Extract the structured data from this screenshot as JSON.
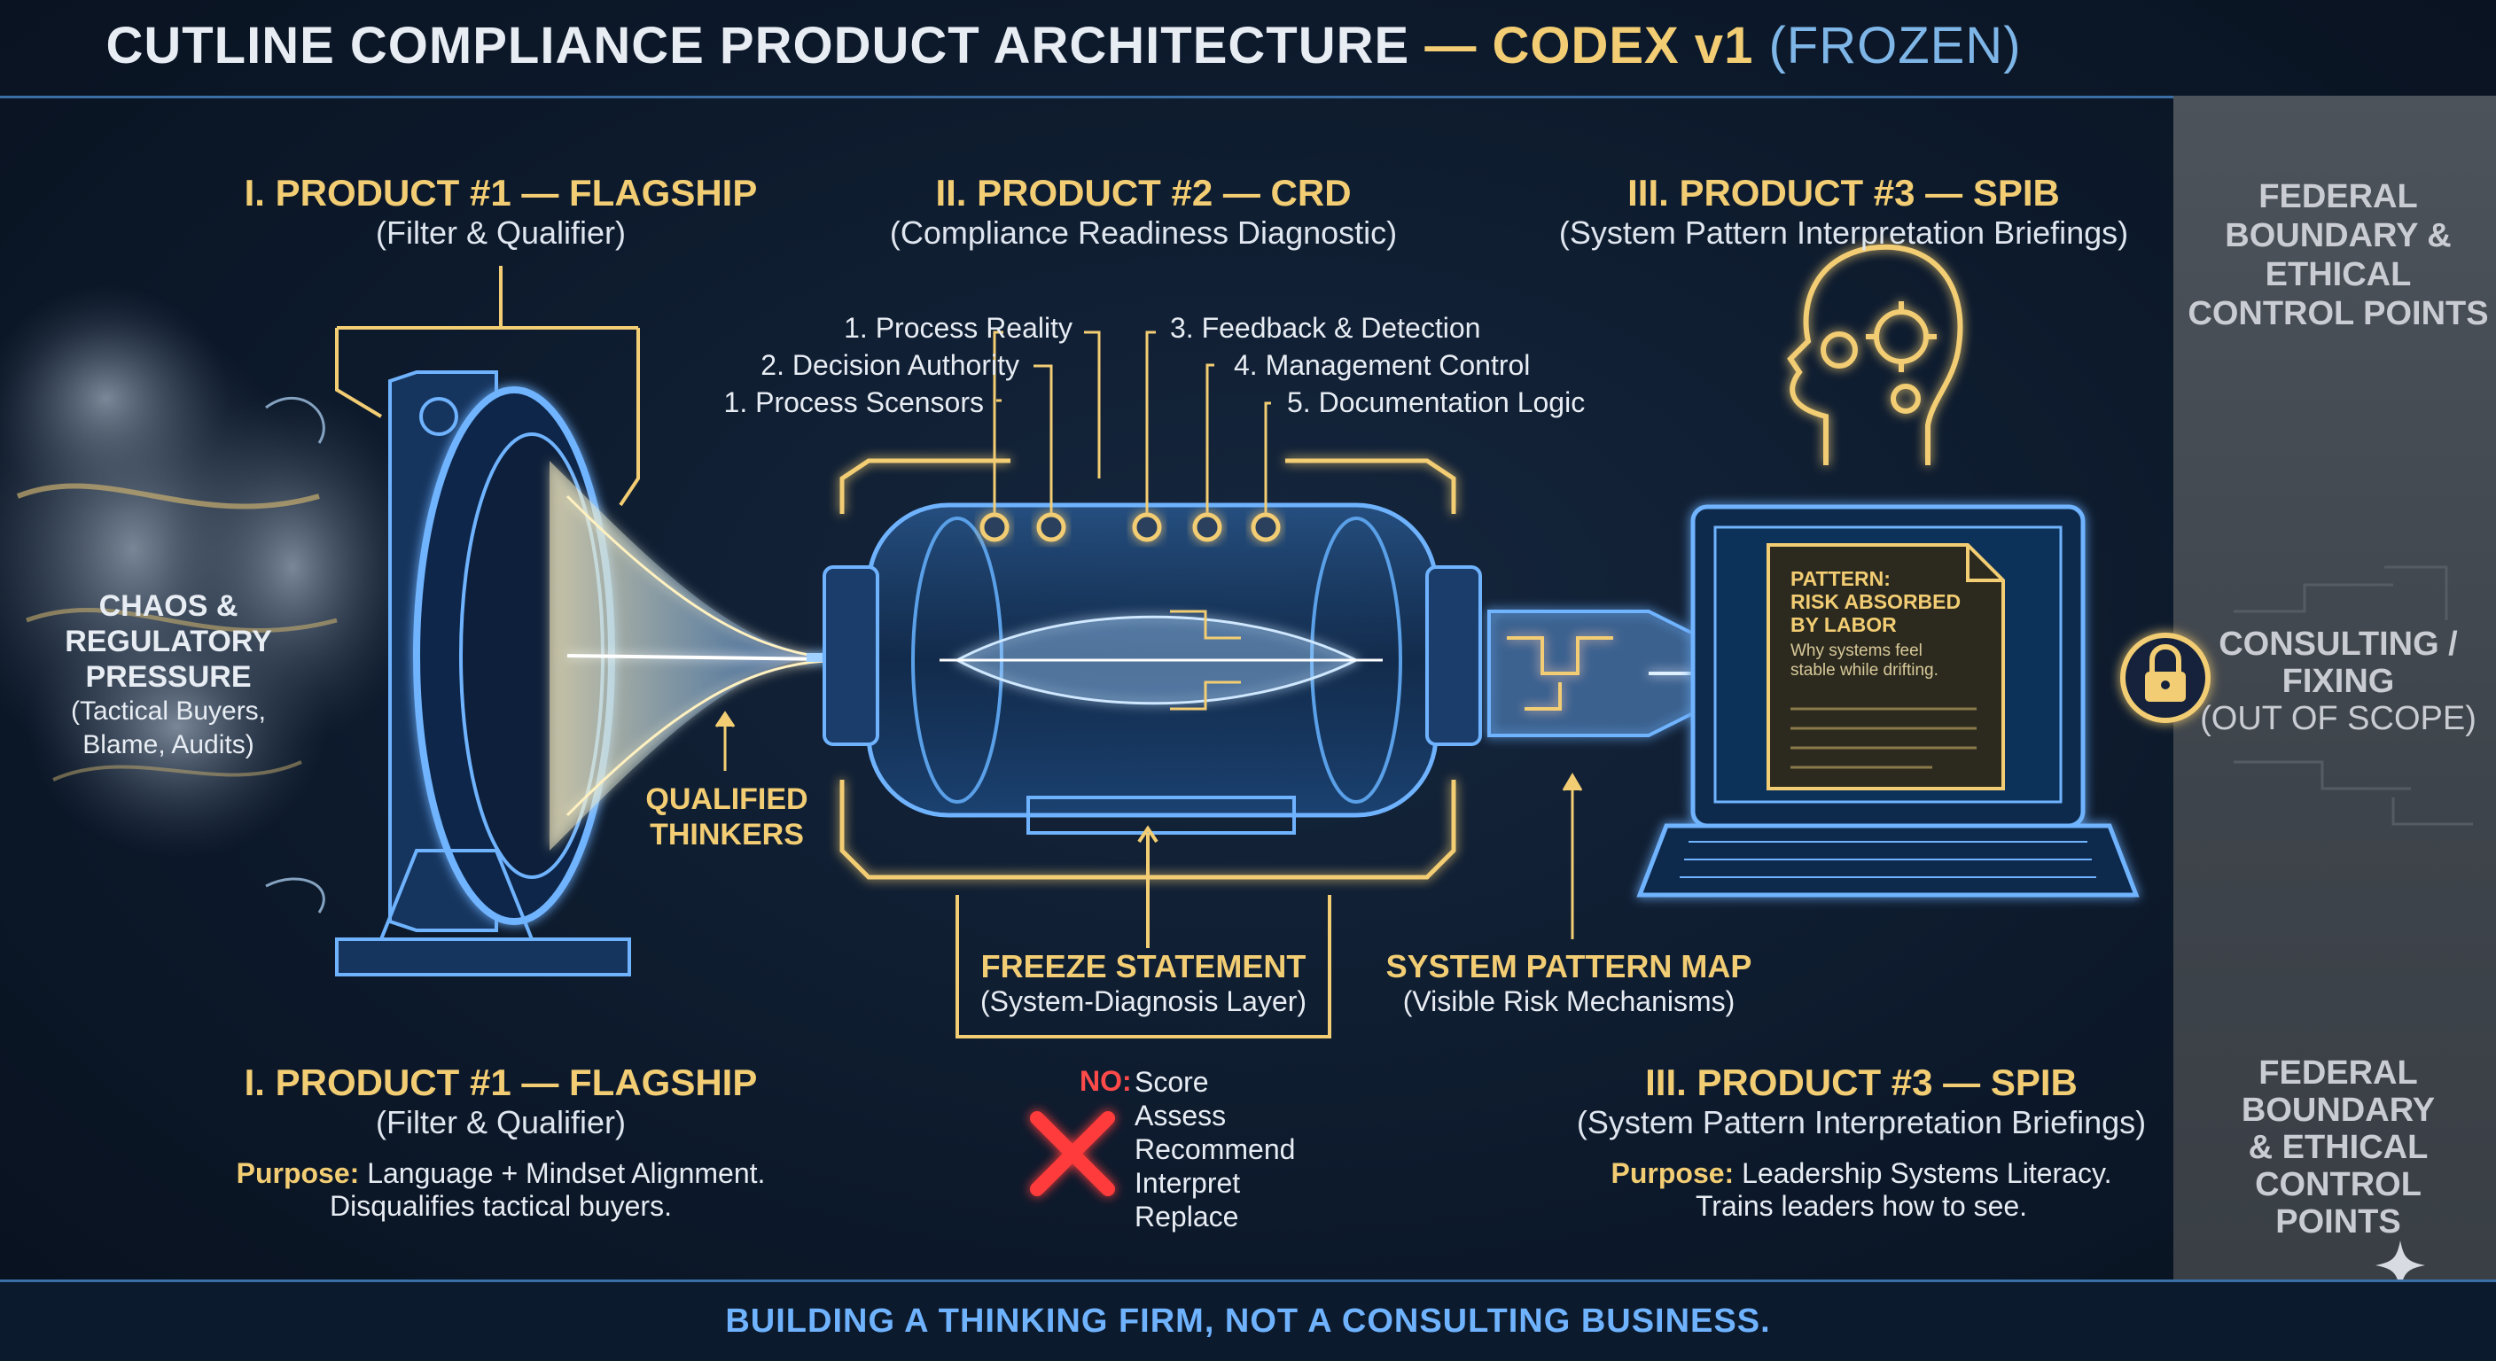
{
  "title": {
    "main": "CUTLINE COMPLIANCE PRODUCT ARCHITECTURE",
    "dash": "—",
    "codex": "CODEX v1",
    "frozen": "(FROZEN)"
  },
  "product1_top": {
    "heading": "I. PRODUCT #1 — FLAGSHIP",
    "sub": "(Filter & Qualifier)"
  },
  "product2_top": {
    "heading": "II. PRODUCT #2 — CRD",
    "sub": "(Compliance Readiness Diagnostic)"
  },
  "product3_top": {
    "heading": "III. PRODUCT #3 — SPIB",
    "sub": "(System Pattern Interpretation Briefings)"
  },
  "chaos": {
    "line1": "CHAOS &",
    "line2": "REGULATORY",
    "line3": "PRESSURE",
    "sub1": "(Tactical Buyers,",
    "sub2": "Blame, Audits)"
  },
  "qualified": {
    "line1": "QUALIFIED",
    "line2": "THINKERS"
  },
  "crd_labels": {
    "left": [
      "1. Process Reality",
      "2. Decision Authority",
      "1. Process Scensors"
    ],
    "right": [
      "3. Feedback & Detection",
      "4. Management Control",
      "5. Documentation Logic"
    ]
  },
  "freeze": {
    "heading": "FREEZE STATEMENT",
    "sub": "(System-Diagnosis Layer)"
  },
  "pattern_map": {
    "heading": "SYSTEM PATTERN MAP",
    "sub": "(Visible Risk Mechanisms)"
  },
  "laptop_doc": {
    "line1": "PATTERN:",
    "line2": "RISK ABSORBED",
    "line3": "BY LABOR",
    "note1": "Why systems feel",
    "note2": "stable while drifting."
  },
  "product1_bottom": {
    "heading": "I. PRODUCT #1 — FLAGSHIP",
    "sub": "(Filter & Qualifier)",
    "purpose_label": "Purpose:",
    "purpose_text": "Language + Mindset Alignment.",
    "purpose_line2": "Disqualifies tactical buyers."
  },
  "product3_bottom": {
    "heading": "III. PRODUCT #3 — SPIB",
    "sub": "(System Pattern Interpretation Briefings)",
    "purpose_label": "Purpose:",
    "purpose_text": "Leadership Systems Literacy.",
    "purpose_line2": "Trains leaders how to see."
  },
  "no_list": {
    "label": "NO:",
    "items": [
      "Score",
      "Assess",
      "Recommend",
      "Interpret",
      "Replace"
    ]
  },
  "side_panel": {
    "top": [
      "FEDERAL",
      "BOUNDARY &",
      "ETHICAL",
      "CONTROL POINTS"
    ],
    "middle": [
      "CONSULTING /",
      "FIXING",
      "(OUT OF SCOPE)"
    ],
    "bottom": [
      "FEDERAL",
      "BOUNDARY",
      "& ETHICAL",
      "CONTROL",
      "POINTS"
    ]
  },
  "footer": "BUILDING A THINKING FIRM, NOT A CONSULTING BUSINESS.",
  "colors": {
    "gold": "#f2cd73",
    "blue": "#6fb3ff",
    "red": "#ff4a4a",
    "gray_panel": "#454b52",
    "background": "#0d1a2c"
  },
  "icons": [
    "lock-icon",
    "head-gears-icon",
    "laptop-icon",
    "cross-icon",
    "sparkle-icon",
    "document-icon"
  ]
}
